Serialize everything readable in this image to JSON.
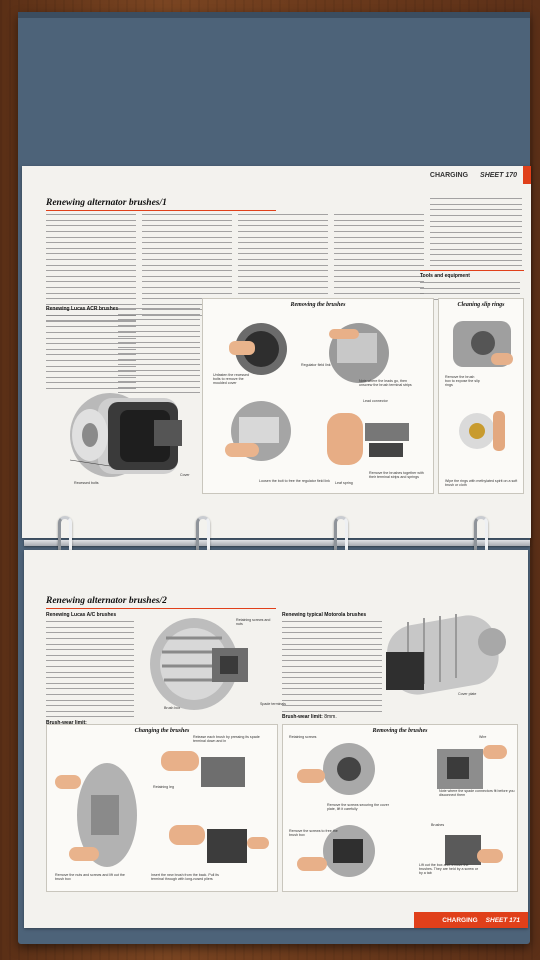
{
  "top_page": {
    "tab_text": "CHARGING",
    "sheet_label": "SHEET 170",
    "title": "Renewing alternator brushes/1",
    "subsection": "Renewing Lucas ACR brushes",
    "panel_removing_title": "Removing the brushes",
    "panel_cleaning_title": "Cleaning slip rings",
    "tools_heading": "Tools and equipment",
    "captions": {
      "recessed_bolts": "Recessed bolts",
      "cover": "Cover",
      "unfasten_bolts": "Unfasten the recessed bolts to remove the moulded cover",
      "regulator_lead": "Regulator field link",
      "brush_leads": "Note where the leads go, then unscrew the brush terminal strips",
      "lead_connector": "Lead connector",
      "loosen_bolt": "Loosen the bolt to free the regulator field link",
      "leaf_spring": "Leaf spring",
      "remove_brushes": "Remove the brushes together with their terminal strips and springs",
      "remove_brush_box": "Remove the brush box to expose the slip rings",
      "wipe_rings": "Wipe the rings with methylated spirit on a soft brush or cloth"
    }
  },
  "bottom_page": {
    "tab_text": "CHARGING",
    "sheet_label": "SHEET 171",
    "title": "Renewing alternator brushes/2",
    "subsection_lucas": "Renewing Lucas A/C brushes",
    "subsection_motorola": "Renewing typical Motorola brushes",
    "brush_wear_limit_lucas": "Brush-wear limit:",
    "brush_wear_limit_motorola": "Brush-wear limit:",
    "brush_wear_value_motorola": "8mm.",
    "panel_changing_title": "Changing the brushes",
    "panel_removing_title": "Removing the brushes",
    "captions": {
      "retaining_screws_nuts": "Retaining screws and nuts",
      "brush_box": "Brush box",
      "spade_terminals": "Spade terminals",
      "release_each_brush": "Release each brush by pressing its spade terminal down and in",
      "retaining_leg": "Retaining leg",
      "remove_nuts": "Remove the nuts and screws and lift out the brush box",
      "insert_brush": "Insert the new brush from the back. Pull its terminal through with long-nosed pliers",
      "cover_plate": "Cover plate",
      "retaining_screws": "Retaining screws",
      "remove_screws_cover": "Remove the screws securing the cover plate, lift it carefully",
      "remove_screws_brushes": "Remove the screws to free the brush box",
      "wire": "Wire",
      "note_wires": "Note where the spade connectors fit before you disconnect them",
      "brushes": "Brushes",
      "lift_out_brushes": "Lift out the box and remove the brushes. They are held by a screw or by a tab"
    }
  }
}
